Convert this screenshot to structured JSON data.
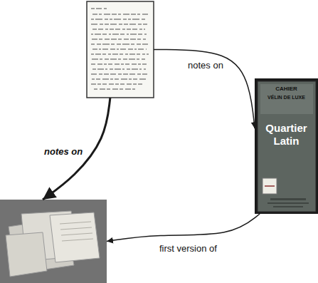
{
  "diagram": {
    "nodes": [
      {
        "text": []
      },
      {
        "text": [
          "CAHIER",
          "VÉLIN DE LUXE",
          "Quartier Latin"
        ]
      },
      {
        "text": []
      }
    ],
    "edges": [
      {
        "from": 0,
        "to": 1,
        "label": "notes on",
        "arrow": "to"
      },
      {
        "from": 0,
        "to": 2,
        "label": "notes on",
        "arrow": "to"
      },
      {
        "from": 1,
        "to": 2,
        "label": "first version of",
        "arrow": "to"
      }
    ]
  }
}
